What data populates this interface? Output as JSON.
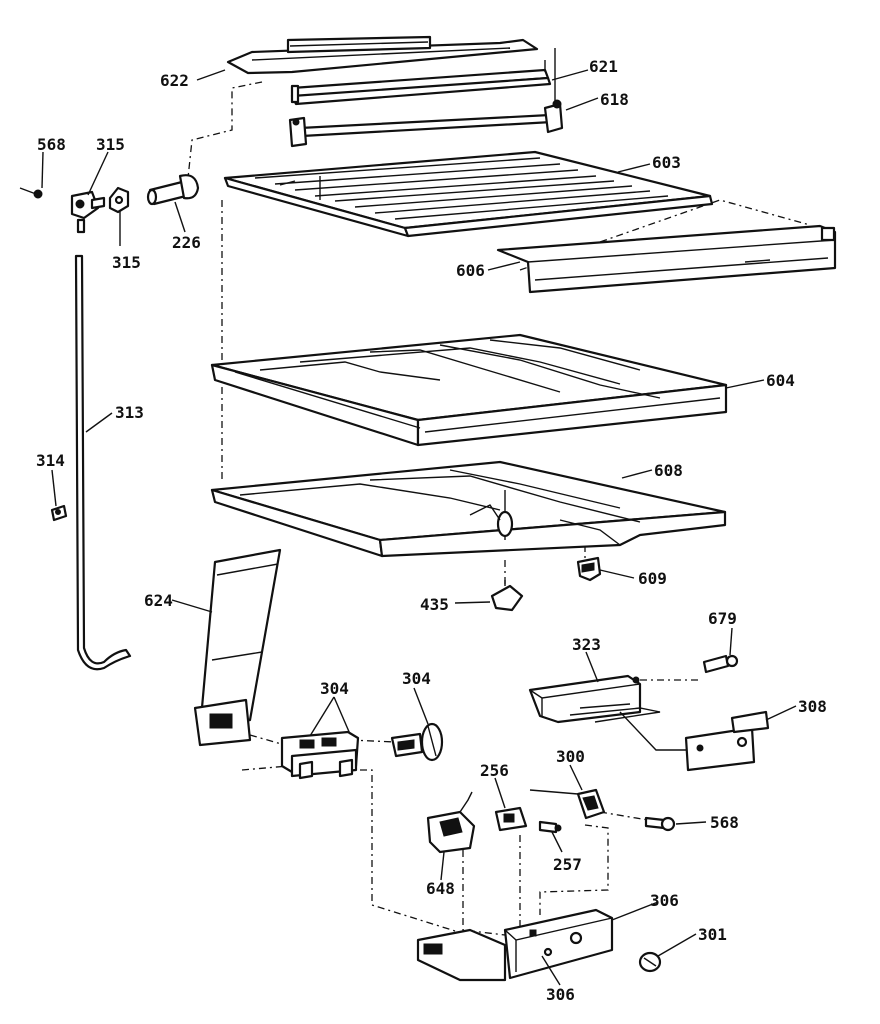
{
  "labels": {
    "l622": "622",
    "l621": "621",
    "l618": "618",
    "l603": "603",
    "l606": "606",
    "l568_top": "568",
    "l315_top": "315",
    "l315_bottom": "315",
    "l226": "226",
    "l313": "313",
    "l314": "314",
    "l604": "604",
    "l608": "608",
    "l609": "609",
    "l435": "435",
    "l624": "624",
    "l304_left": "304",
    "l304_right": "304",
    "l323": "323",
    "l679": "679",
    "l308": "308",
    "l256": "256",
    "l300": "300",
    "l568_right": "568",
    "l257": "257",
    "l648": "648",
    "l306_right": "306",
    "l301": "301",
    "l306_bottom": "306"
  }
}
